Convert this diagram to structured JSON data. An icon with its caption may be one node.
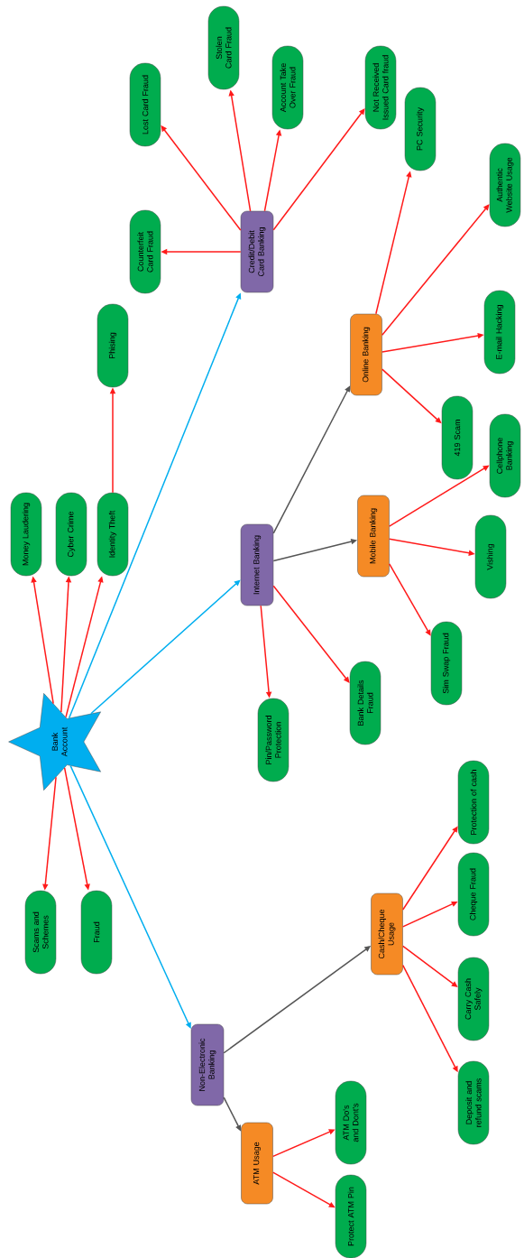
{
  "diagram": {
    "nodes": [
      {
        "text": [
          "Bank Account"
        ]
      },
      {
        "text": [
          "Money Laudering"
        ]
      },
      {
        "text": [
          "Cyber Crime"
        ]
      },
      {
        "text": [
          "Identity Theft"
        ]
      },
      {
        "text": [
          "Phising"
        ]
      },
      {
        "text": [
          "Credit/Debit Card Banking"
        ]
      },
      {
        "text": [
          "Counterfeit Card Fraud"
        ]
      },
      {
        "text": [
          "Lost Card Fraud"
        ]
      },
      {
        "text": [
          "Stolen Card Fraud"
        ]
      },
      {
        "text": [
          "Account Take Over Fraud"
        ]
      },
      {
        "text": [
          "Not Received Issued Card fraud"
        ]
      },
      {
        "text": [
          "Internet Banking"
        ]
      },
      {
        "text": [
          "Online Banking"
        ]
      },
      {
        "text": [
          "PC Security"
        ]
      },
      {
        "text": [
          "Authentic Website Usage"
        ]
      },
      {
        "text": [
          "E-mail Hacking"
        ]
      },
      {
        "text": [
          "419 Scam"
        ]
      },
      {
        "text": [
          "Mobile Banking"
        ]
      },
      {
        "text": [
          "Cellphone Banking"
        ]
      },
      {
        "text": [
          "Vishing"
        ]
      },
      {
        "text": [
          "Sim Swap Fraud"
        ]
      },
      {
        "text": [
          "Pin/Password Protection"
        ]
      },
      {
        "text": [
          "Bank Details Fraud"
        ]
      },
      {
        "text": [
          "Non-Electronic Banking"
        ]
      },
      {
        "text": [
          "Cash/Cheque Usage"
        ]
      },
      {
        "text": [
          "Protection of cash"
        ]
      },
      {
        "text": [
          "Cheque Fraud"
        ]
      },
      {
        "text": [
          "Carry Cash Safely"
        ]
      },
      {
        "text": [
          "Deposit and refund scams"
        ]
      },
      {
        "text": [
          "ATM Usage"
        ]
      },
      {
        "text": [
          "ATM Do's and Dont's"
        ]
      },
      {
        "text": [
          "Protect ATM Pin"
        ]
      },
      {
        "text": [
          "Scams and Schemes"
        ]
      },
      {
        "text": [
          "Fraud"
        ]
      }
    ],
    "edges": [
      {
        "from": 0,
        "to": 1,
        "arrow": "to"
      },
      {
        "from": 0,
        "to": 2,
        "arrow": "to"
      },
      {
        "from": 0,
        "to": 3,
        "arrow": "to"
      },
      {
        "from": 3,
        "to": 4,
        "arrow": "to"
      },
      {
        "from": 0,
        "to": 5,
        "arrow": "to",
        "color": "#00aeef"
      },
      {
        "from": 5,
        "to": 6,
        "arrow": "to"
      },
      {
        "from": 5,
        "to": 7,
        "arrow": "to"
      },
      {
        "from": 5,
        "to": 8,
        "arrow": "to"
      },
      {
        "from": 5,
        "to": 9,
        "arrow": "to"
      },
      {
        "from": 5,
        "to": 10,
        "arrow": "to"
      },
      {
        "from": 0,
        "to": 11,
        "arrow": "to",
        "color": "#00aeef"
      },
      {
        "from": 11,
        "to": 12,
        "arrow": "to",
        "color": "#555555"
      },
      {
        "from": 12,
        "to": 13,
        "arrow": "to"
      },
      {
        "from": 12,
        "to": 14,
        "arrow": "to"
      },
      {
        "from": 12,
        "to": 15,
        "arrow": "to"
      },
      {
        "from": 12,
        "to": 16,
        "arrow": "to"
      },
      {
        "from": 11,
        "to": 17,
        "arrow": "to",
        "color": "#555555"
      },
      {
        "from": 17,
        "to": 18,
        "arrow": "to"
      },
      {
        "from": 17,
        "to": 19,
        "arrow": "to"
      },
      {
        "from": 17,
        "to": 20,
        "arrow": "to"
      },
      {
        "from": 11,
        "to": 21,
        "arrow": "to"
      },
      {
        "from": 11,
        "to": 22,
        "arrow": "to"
      },
      {
        "from": 0,
        "to": 23,
        "arrow": "to",
        "color": "#00aeef"
      },
      {
        "from": 23,
        "to": 24,
        "arrow": "to",
        "color": "#555555"
      },
      {
        "from": 24,
        "to": 25,
        "arrow": "to"
      },
      {
        "from": 24,
        "to": 26,
        "arrow": "to"
      },
      {
        "from": 24,
        "to": 27,
        "arrow": "to"
      },
      {
        "from": 24,
        "to": 28,
        "arrow": "to"
      },
      {
        "from": 23,
        "to": 29,
        "arrow": "to",
        "color": "#555555"
      },
      {
        "from": 29,
        "to": 30,
        "arrow": "to"
      },
      {
        "from": 29,
        "to": 31,
        "arrow": "to"
      },
      {
        "from": 0,
        "to": 32,
        "arrow": "to"
      },
      {
        "from": 0,
        "to": 33,
        "arrow": "to"
      }
    ]
  }
}
